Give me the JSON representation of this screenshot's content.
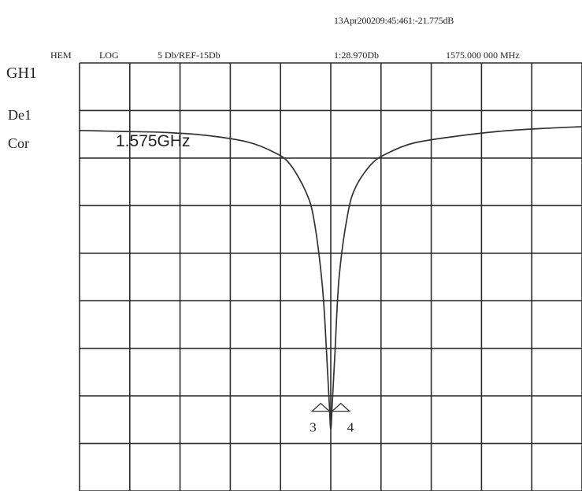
{
  "header": {
    "timestamp": "13Apr200209:45:461:-21.775dB",
    "mode": "HEM",
    "scale": "LOG",
    "reference": "5 Db/REF-15Db",
    "marker_readout": "1:28.970Db",
    "center_frequency": "1575.000 000 MHz"
  },
  "side_labels": {
    "channel": "GH1",
    "delay": "De1",
    "correction": "Cor"
  },
  "chart_data": {
    "type": "line",
    "title": "",
    "xlabel": "",
    "ylabel": "",
    "x_unit": "GHz",
    "y_unit": "dB",
    "xlim": [
      1.545,
      1.605
    ],
    "ylim": [
      -60,
      -15
    ],
    "grid": true,
    "grid_divisions": {
      "x": 10,
      "y": 9
    },
    "annotation": "1.575GHz",
    "series": [
      {
        "x": [
          1.545,
          1.55,
          1.555,
          1.56,
          1.565,
          1.568,
          1.57,
          1.572,
          1.573,
          1.574,
          1.5745,
          1.5748,
          1.575,
          1.5752,
          1.5755,
          1.576,
          1.577,
          1.578,
          1.58,
          1.582,
          1.585,
          1.59,
          1.595,
          1.6,
          1.605
        ],
        "y": [
          -22.1,
          -22.2,
          -22.3,
          -22.6,
          -23.3,
          -24.3,
          -25.5,
          -28.5,
          -31.5,
          -38.5,
          -45.5,
          -50.5,
          -53.5,
          -50.5,
          -45.5,
          -37.5,
          -31.0,
          -28.0,
          -25.5,
          -24.4,
          -23.4,
          -22.7,
          -22.2,
          -21.9,
          -21.7
        ]
      }
    ],
    "markers": [
      {
        "label": "3",
        "x": 1.5738,
        "y": -51.2
      },
      {
        "label": "4",
        "x": 1.5762,
        "y": -51.2
      }
    ]
  }
}
